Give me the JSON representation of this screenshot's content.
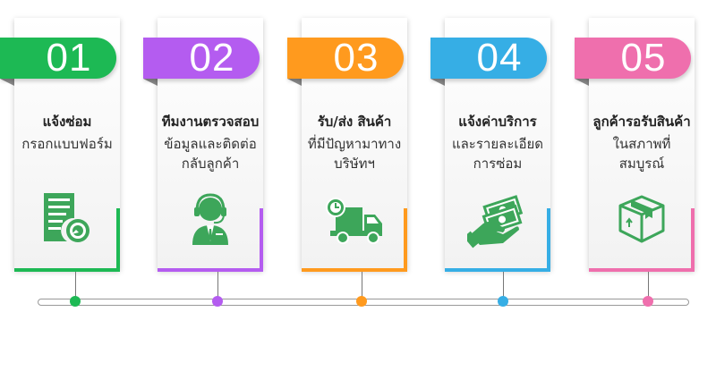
{
  "steps": [
    {
      "number": "01",
      "title": "แจ้งซ่อม",
      "lines": [
        "กรอกแบบฟอร์ม"
      ],
      "color": "#1db954",
      "icon": "form-document-icon"
    },
    {
      "number": "02",
      "title": "ทีมงานตรวจสอบ",
      "lines": [
        "ข้อมูลและติดต่อ",
        "กลับลูกค้า"
      ],
      "color": "#b45cf0",
      "icon": "support-agent-headset-icon"
    },
    {
      "number": "03",
      "title": "รับ/ส่ง สินค้า",
      "lines": [
        "ที่มีปัญหามาทาง",
        "บริษัทฯ"
      ],
      "color": "#ff9a1e",
      "icon": "delivery-truck-icon"
    },
    {
      "number": "04",
      "title": "แจ้งค่าบริการ",
      "lines": [
        "และรายละเอียด",
        "การซ่อม"
      ],
      "color": "#36aee5",
      "icon": "money-hand-icon"
    },
    {
      "number": "05",
      "title": "ลูกค้ารอรับสินค้า",
      "lines": [
        "ในสภาพที่",
        "สมบูรณ์"
      ],
      "color": "#ef6fad",
      "icon": "package-box-icon"
    }
  ]
}
